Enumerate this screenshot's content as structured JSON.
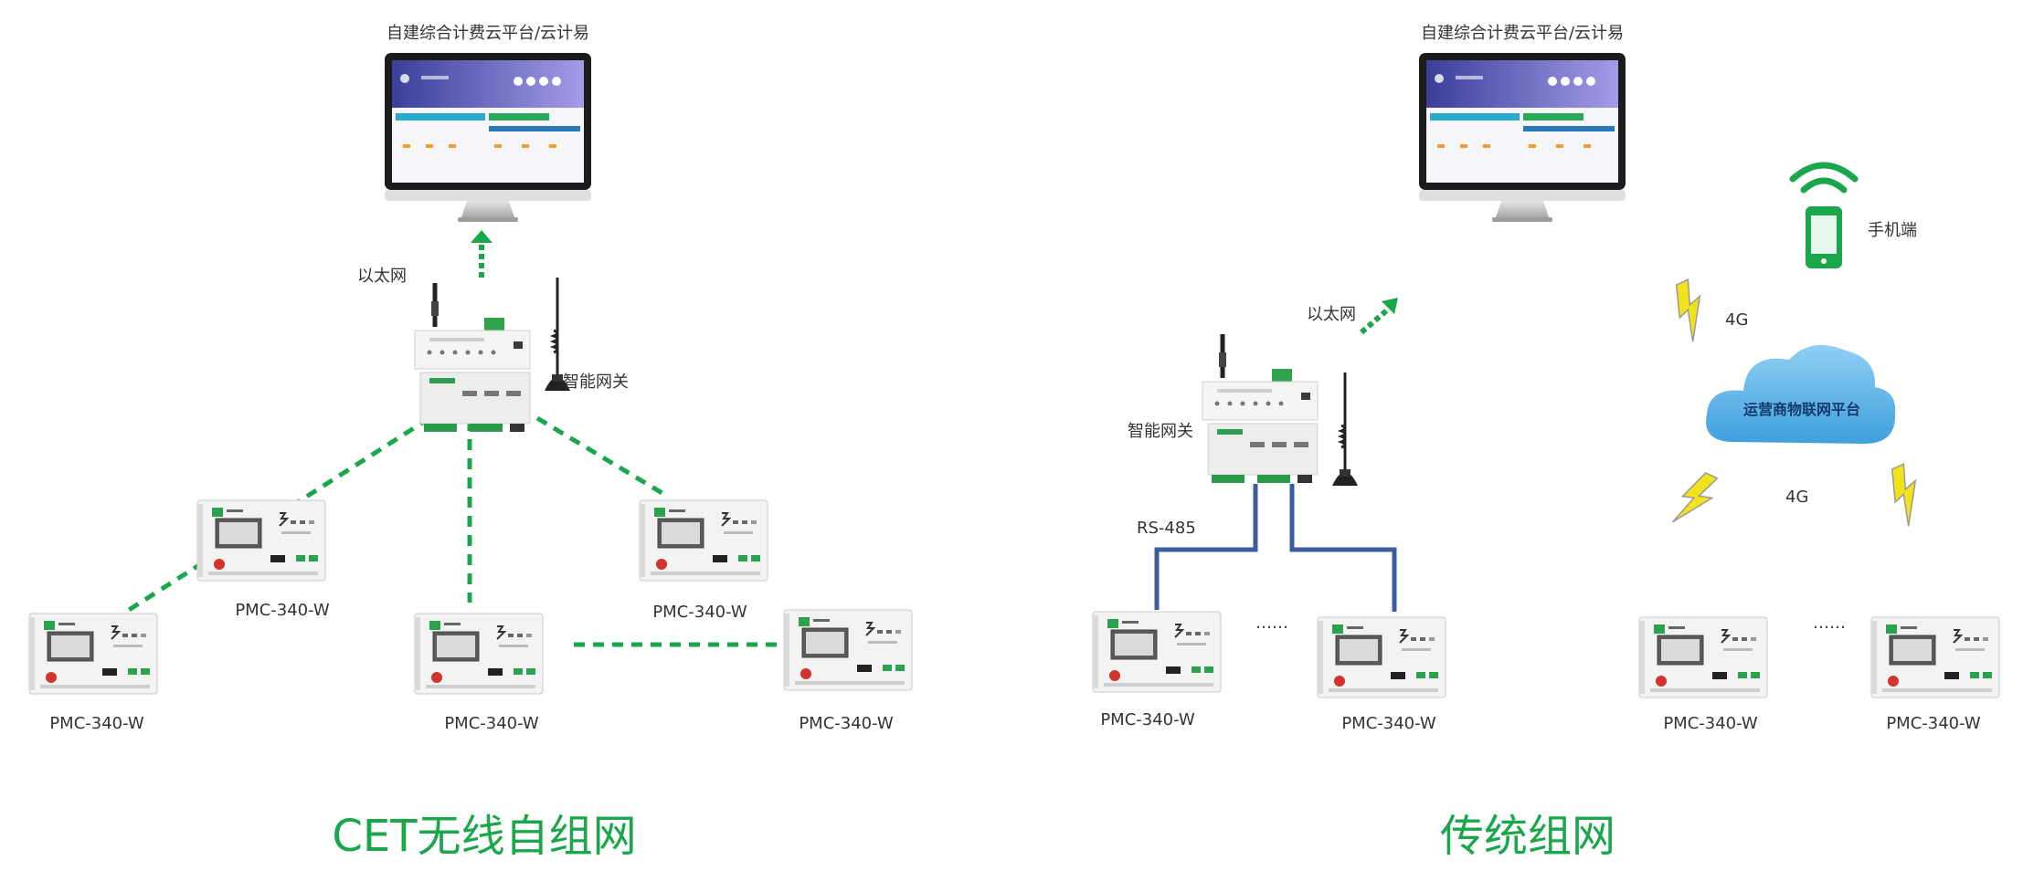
{
  "colors": {
    "accent_green": "#1aa64a",
    "cable_blue": "#3a5da0",
    "cloud_blue": "#5ab2e6",
    "bolt_yellow": "#f2e21a",
    "text_dark": "#333333"
  },
  "left": {
    "platform_label": "自建综合计费云平台/云计易",
    "ethernet_label": "以太网",
    "gateway_label": "智能网关",
    "meter_label": "PMC-340-W",
    "caption": "CET无线自组网"
  },
  "right": {
    "platform_label": "自建综合计费云平台/云计易",
    "ethernet_label": "以太网",
    "gateway_label": "智能网关",
    "rs485_label": "RS-485",
    "meter_label": "PMC-340-W",
    "ellipsis": "……",
    "mobile_label": "手机端",
    "network_4g": "4G",
    "cloud_label": "运营商物联网平台",
    "caption": "传统组网"
  },
  "icons": [
    "monitor-icon",
    "gateway-icon",
    "antenna-icon",
    "meter-icon",
    "phone-icon",
    "wifi-icon",
    "cloud-icon",
    "lightning-icon",
    "arrow-up-icon"
  ]
}
